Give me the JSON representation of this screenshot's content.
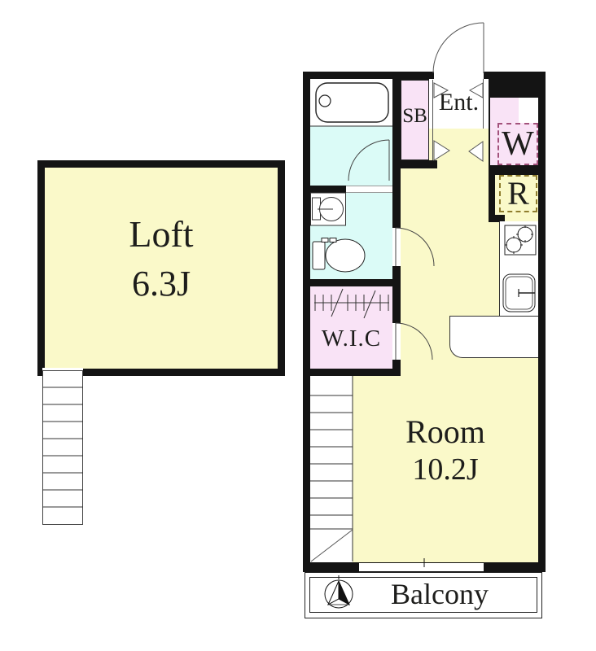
{
  "title": "1K apartment floor plan with loft",
  "colors": {
    "floor_yellow": "#FAF9C9",
    "floor_cyan": "#DBFBF7",
    "floor_pink": "#F9E3F6",
    "wall_black": "#141414",
    "line_dark": "#333333",
    "washer_dash": "#A3527C",
    "fridge_dash": "#8F7D2E",
    "text": "#1D1D1B"
  },
  "loft": {
    "label": "Loft",
    "area": "6.3J"
  },
  "room": {
    "label": "Room",
    "area": "10.2J"
  },
  "wic": {
    "label": "W.I.C"
  },
  "entrance": {
    "label": "Ent."
  },
  "shoe_box": {
    "label": "SB"
  },
  "washer": {
    "label": "W"
  },
  "refrigerator": {
    "label": "R"
  },
  "balcony": {
    "label": "Balcony"
  },
  "icons": {
    "compass": "compass-north-icon",
    "bathtub": "bathtub-icon",
    "washbasin": "washbasin-icon",
    "toilet": "toilet-icon",
    "stove": "stove-icon",
    "sink": "kitchen-sink-icon",
    "stairs": "stairs-icon",
    "hanger": "hanger-rail-icon",
    "window": "window-symbol",
    "door": "door-swing-symbol"
  }
}
